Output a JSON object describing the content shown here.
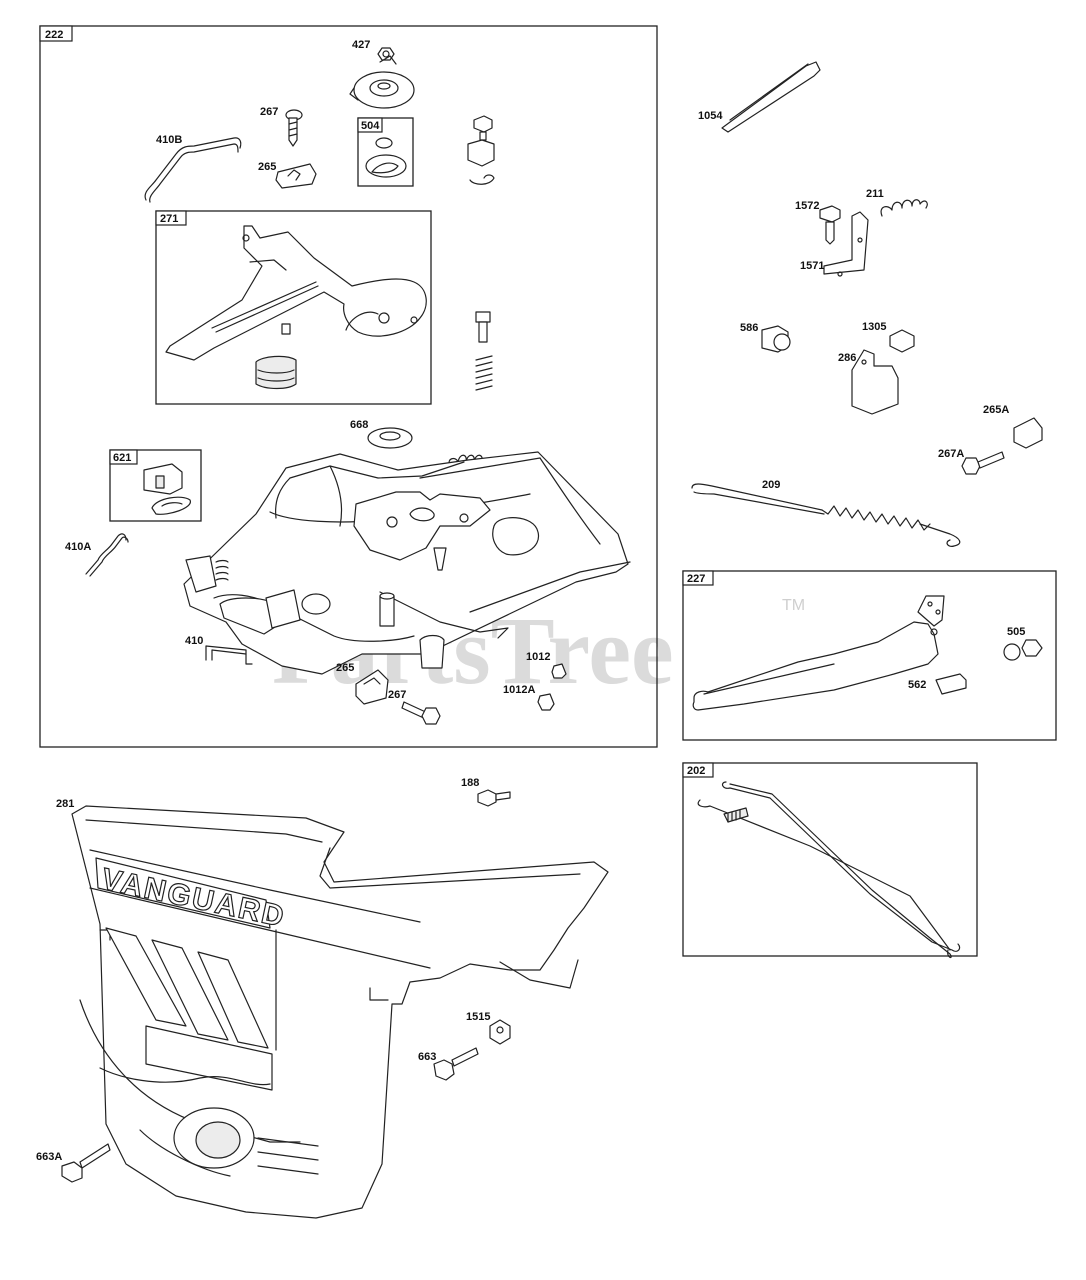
{
  "watermark": {
    "text": "PartsTree",
    "tm": "TM"
  },
  "brand_text": "VANGUARD",
  "groups": {
    "g222": "222",
    "g271": "271",
    "g504": "504",
    "g621": "621",
    "g227": "227",
    "g202": "202"
  },
  "labels": {
    "l427": "427",
    "l267a": "267",
    "l410B": "410B",
    "l265a": "265",
    "l668": "668",
    "l410A": "410A",
    "l410": "410",
    "l265b": "265",
    "l267b": "267",
    "l1012": "1012",
    "l1012A": "1012A",
    "l1054": "1054",
    "l1572": "1572",
    "l211": "211",
    "l1571": "1571",
    "l586": "586",
    "l1305": "1305",
    "l286": "286",
    "l265A": "265A",
    "l267A": "267A",
    "l209": "209",
    "l505": "505",
    "l562": "562",
    "l188": "188",
    "l281": "281",
    "l1515": "1515",
    "l663": "663",
    "l663A": "663A"
  }
}
